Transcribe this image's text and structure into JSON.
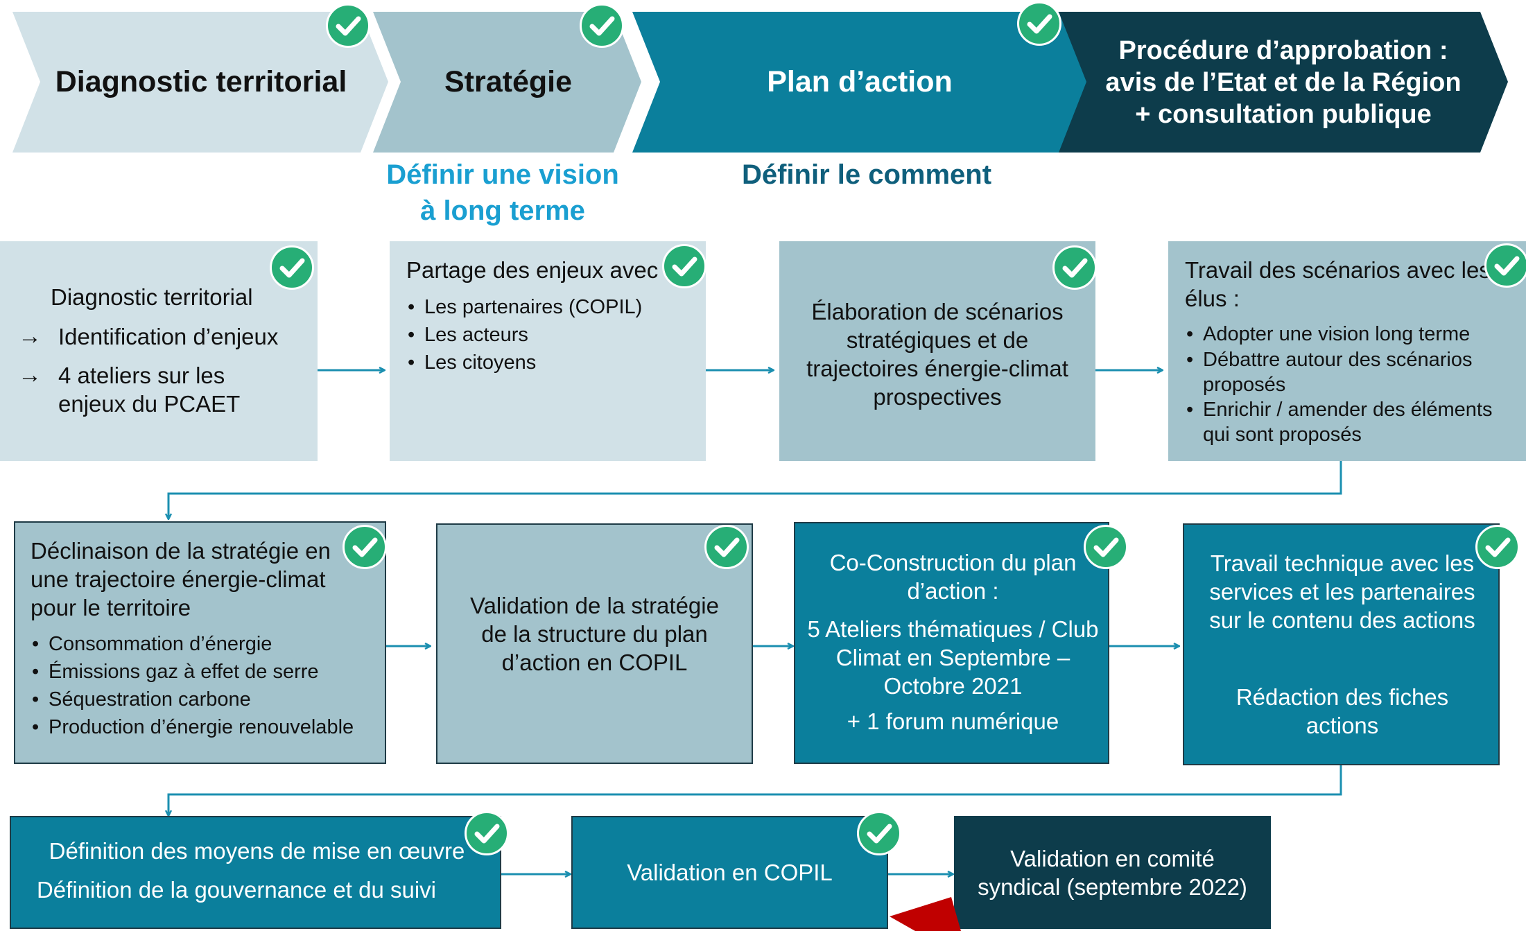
{
  "colors": {
    "phase1": "#d1e1e7",
    "phase2": "#a3c3cc",
    "phase3": "#0b7f9c",
    "phase4": "#0d3c4b",
    "light_box": "#d1e1e7",
    "mid_box": "#a3c3cc",
    "teal_box": "#0b7f9c",
    "dark_box": "#0d3c4b",
    "check": "#27ae76",
    "connector": "#1b8fb0",
    "subtitle1": "#1a9fd1",
    "subtitle2": "#0f5f7c",
    "warning": "#c00000"
  },
  "phases": [
    {
      "label": "Diagnostic territorial"
    },
    {
      "label": "Stratégie"
    },
    {
      "label": "Plan d’action"
    },
    {
      "lines": [
        "Procédure d’approbation :",
        "avis de l’Etat et de la Région",
        "+ consultation publique"
      ]
    }
  ],
  "subtitles": {
    "strategy_lines": [
      "Définir une vision",
      "à long terme"
    ],
    "plan": "Définir le comment"
  },
  "row1": {
    "box1": {
      "title": "Diagnostic territorial",
      "items": [
        "Identification d’enjeux",
        "4 ateliers sur les enjeux du PCAET"
      ],
      "arrow_glyph": "→"
    },
    "box2": {
      "title": "Partage des enjeux avec",
      "bullets": [
        "Les partenaires (COPIL)",
        "Les acteurs",
        "Les citoyens"
      ]
    },
    "box3": {
      "text": "Élaboration de scénarios stratégiques et de trajectoires énergie-climat prospectives"
    },
    "box4": {
      "title": "Travail des scénarios avec les élus :",
      "bullets": [
        "Adopter une vision long terme",
        "Débattre autour des scénarios proposés",
        "Enrichir / amender des éléments qui sont proposés"
      ]
    }
  },
  "row2": {
    "box1": {
      "title": "Déclinaison de la stratégie en une trajectoire énergie-climat pour le territoire",
      "bullets": [
        "Consommation d’énergie",
        "Émissions gaz à effet de serre",
        "Séquestration carbone",
        "Production d’énergie renouvelable"
      ]
    },
    "box2": {
      "text": "Validation de la stratégie de la structure du plan d’action en COPIL"
    },
    "box3": {
      "title": "Co-Construction du plan d’action :",
      "detail": "5 Ateliers thématiques / Club Climat en Septembre – Octobre 2021",
      "extra": "+ 1 forum numérique"
    },
    "box4": {
      "text1": "Travail technique avec les services et les partenaires sur le contenu des actions",
      "text2": "Rédaction des fiches actions"
    }
  },
  "row3": {
    "box1": {
      "line1": "Définition des moyens de mise en œuvre",
      "line2": "Définition de la gouvernance et du suivi"
    },
    "box2": {
      "text": "Validation en COPIL"
    },
    "box3": {
      "text": "Validation en comité syndical (septembre 2022)"
    }
  },
  "icons": {
    "check": "check-icon",
    "arrow": "arrow-right-icon",
    "warning": "warning-triangle-icon"
  }
}
